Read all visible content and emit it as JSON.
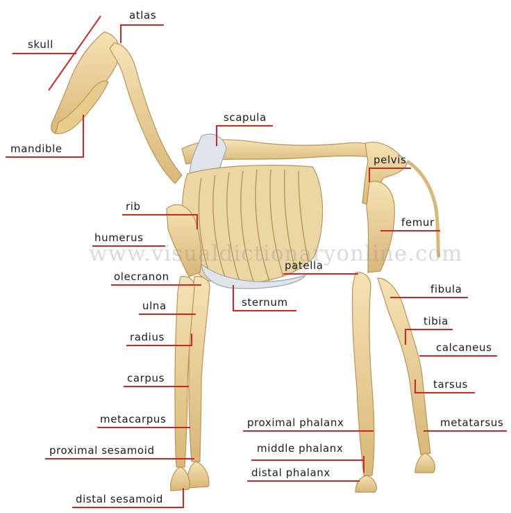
{
  "watermark": "www.visualdictionaryonline.com",
  "labels": {
    "skull": "skull",
    "atlas": "atlas",
    "mandible": "mandible",
    "scapula": "scapula",
    "pelvis": "pelvis",
    "rib": "rib",
    "femur": "femur",
    "humerus": "humerus",
    "patella": "patella",
    "olecranon": "olecranon",
    "fibula": "fibula",
    "ulna": "ulna",
    "sternum": "sternum",
    "tibia": "tibia",
    "radius": "radius",
    "calcaneus": "calcaneus",
    "carpus": "carpus",
    "tarsus": "tarsus",
    "metacarpus": "metacarpus",
    "proximal_phalanx": "proximal phalanx",
    "metatarsus": "metatarsus",
    "proximal_sesamoid": "proximal sesamoid",
    "middle_phalanx": "middle phalanx",
    "distal_phalanx": "distal phalanx",
    "distal_sesamoid": "distal sesamoid"
  },
  "colors": {
    "leader": "#d42323",
    "bone": "#ecd39a",
    "bone_shade": "#c9a866",
    "cartilage": "#cfd8de"
  }
}
